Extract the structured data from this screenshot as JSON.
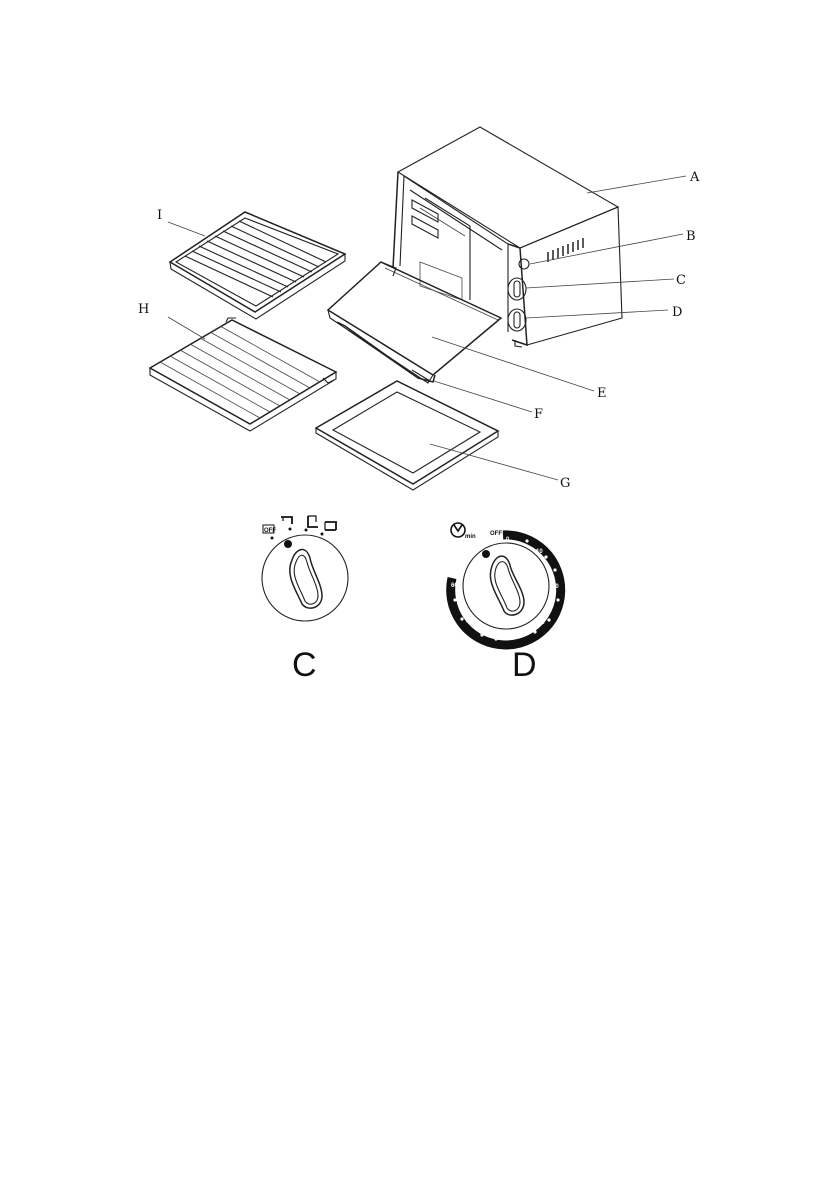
{
  "callouts": {
    "A": "A",
    "B": "B",
    "C": "C",
    "D": "D",
    "E": "E",
    "F": "F",
    "G": "G",
    "H": "H",
    "I": "I"
  },
  "knob_c": {
    "label": "C",
    "off_text": "OFF"
  },
  "knob_d": {
    "label": "D",
    "off_text": "OFF",
    "timer_unit": "min",
    "scale": [
      "0",
      "10",
      "20",
      "30",
      "40",
      "45",
      "60"
    ]
  }
}
